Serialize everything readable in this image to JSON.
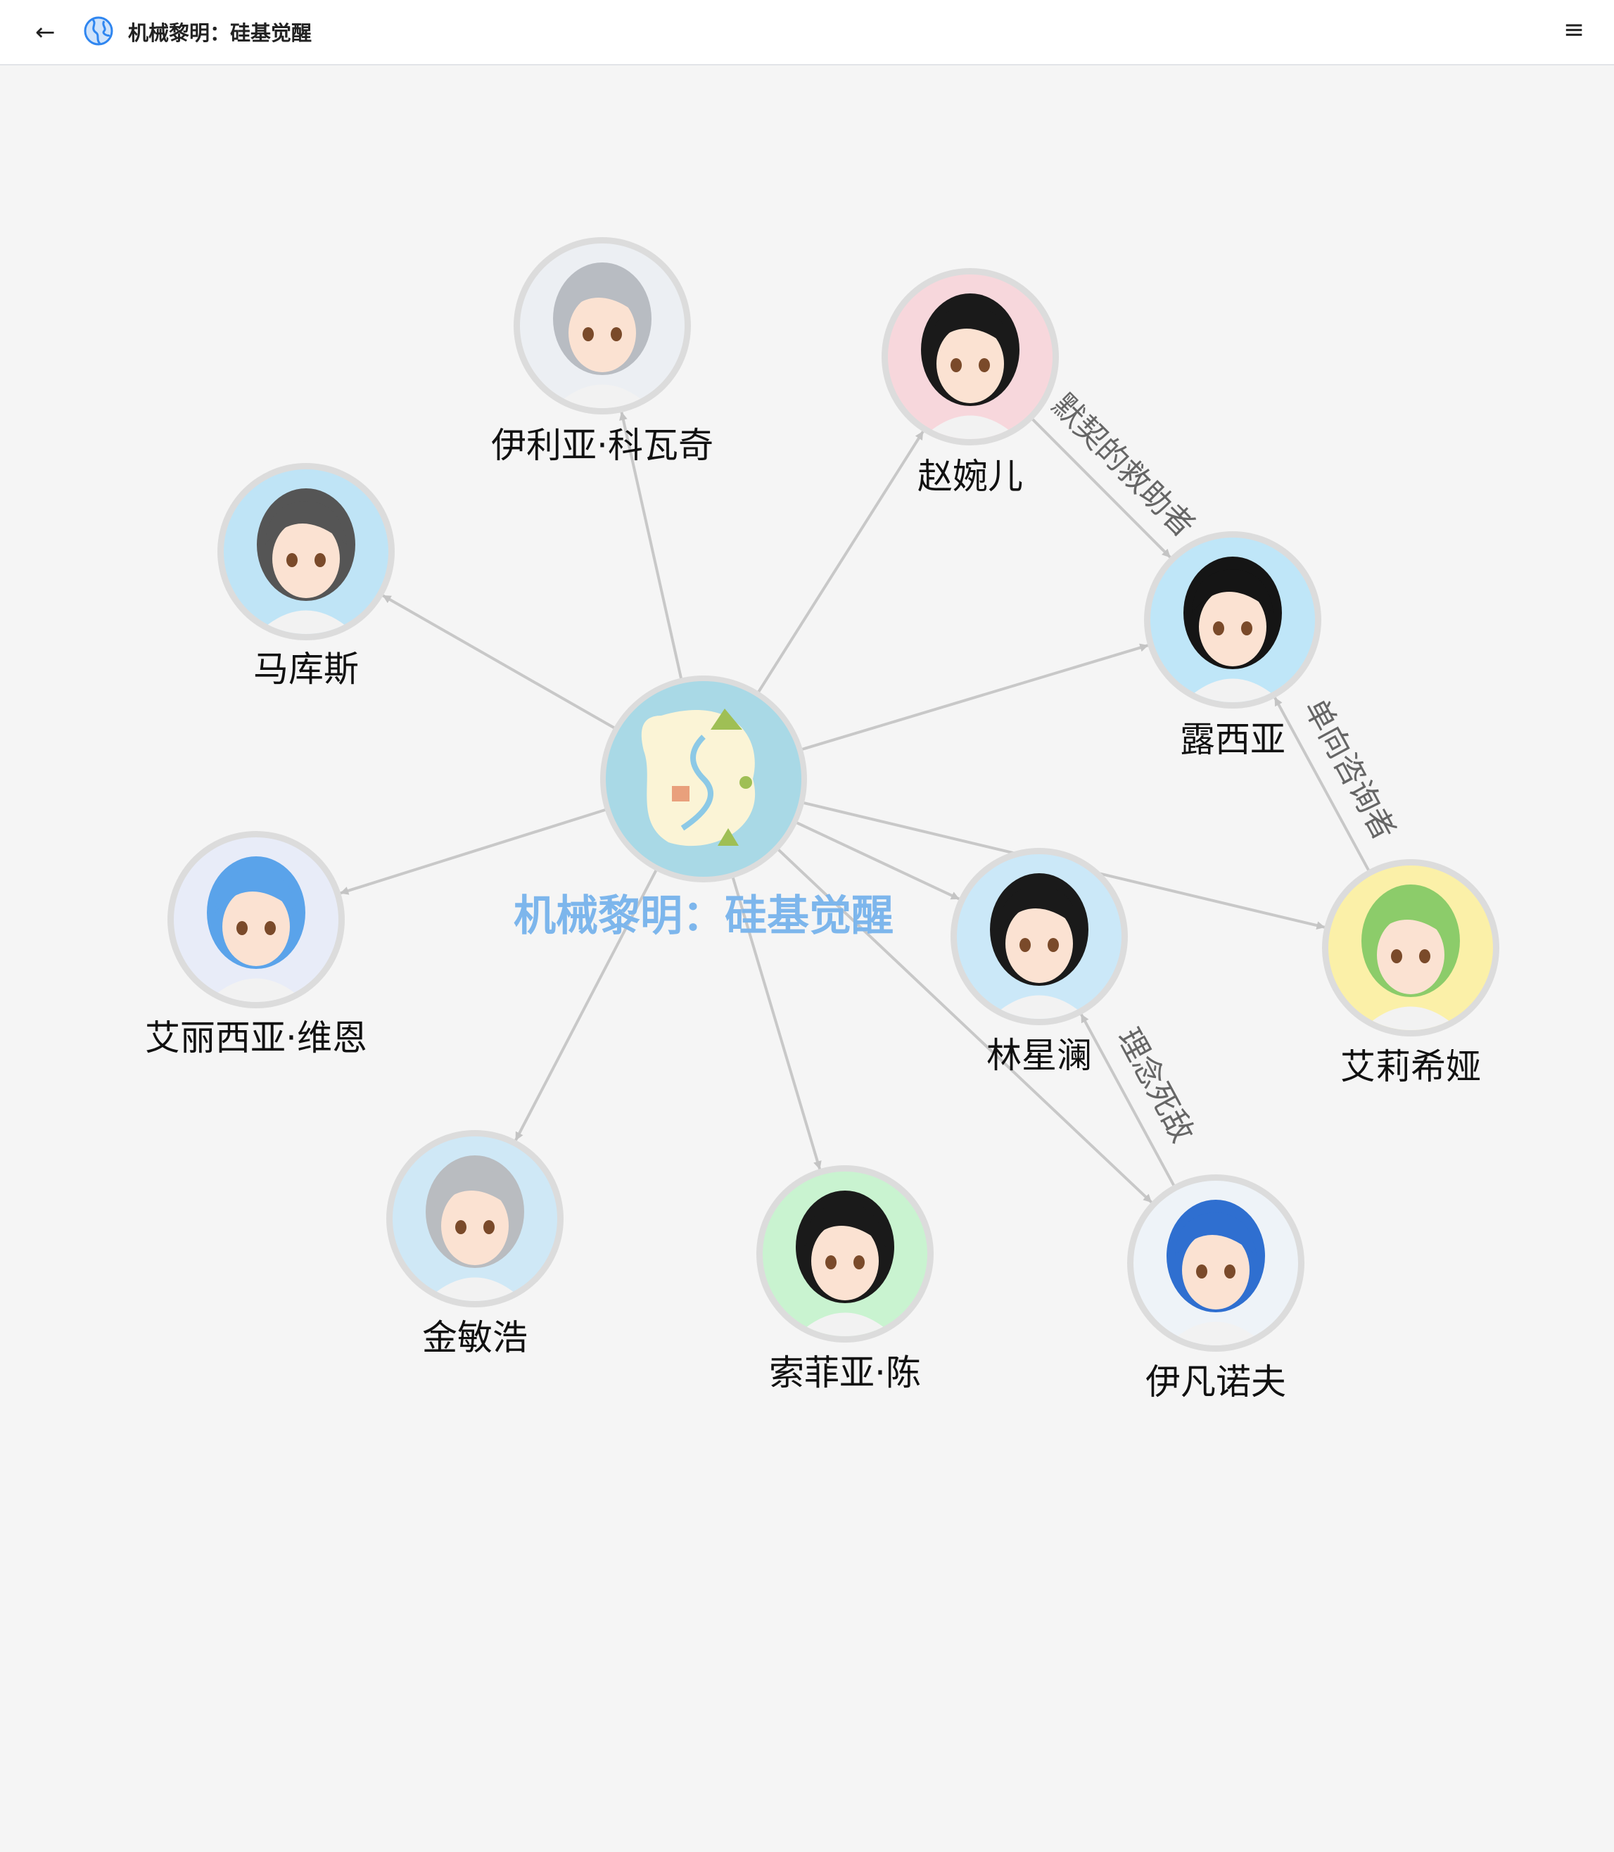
{
  "header": {
    "back_icon": "arrow-left-icon",
    "world_icon": "globe-icon",
    "title": "机械黎明：硅基觉醒",
    "menu_icon": "hamburger-menu-icon"
  },
  "graph": {
    "center": {
      "id": "world",
      "label": "机械黎明：硅基觉醒",
      "color": "#7db6ec"
    },
    "nodes": [
      {
        "id": "ilya",
        "label": "伊利亚·科瓦奇"
      },
      {
        "id": "zhao",
        "label": "赵婉儿"
      },
      {
        "id": "marcus",
        "label": "马库斯"
      },
      {
        "id": "lucia",
        "label": "露西亚"
      },
      {
        "id": "alicia",
        "label": "艾丽西亚·维恩"
      },
      {
        "id": "lin",
        "label": "林星澜"
      },
      {
        "id": "elysia",
        "label": "艾莉希娅"
      },
      {
        "id": "kim",
        "label": "金敏浩"
      },
      {
        "id": "sophia",
        "label": "索菲亚·陈"
      },
      {
        "id": "ivanov",
        "label": "伊凡诺夫"
      }
    ],
    "edges": [
      {
        "from": "world",
        "to": "ilya",
        "label": ""
      },
      {
        "from": "world",
        "to": "zhao",
        "label": ""
      },
      {
        "from": "world",
        "to": "marcus",
        "label": ""
      },
      {
        "from": "world",
        "to": "lucia",
        "label": ""
      },
      {
        "from": "world",
        "to": "alicia",
        "label": ""
      },
      {
        "from": "world",
        "to": "lin",
        "label": ""
      },
      {
        "from": "world",
        "to": "elysia",
        "label": ""
      },
      {
        "from": "world",
        "to": "kim",
        "label": ""
      },
      {
        "from": "world",
        "to": "sophia",
        "label": ""
      },
      {
        "from": "world",
        "to": "ivanov",
        "label": ""
      },
      {
        "from": "zhao",
        "to": "lucia",
        "label": "默契的救助者"
      },
      {
        "from": "elysia",
        "to": "lucia",
        "label": "单向咨询者"
      },
      {
        "from": "ivanov",
        "to": "lin",
        "label": "理念死敌"
      }
    ]
  }
}
